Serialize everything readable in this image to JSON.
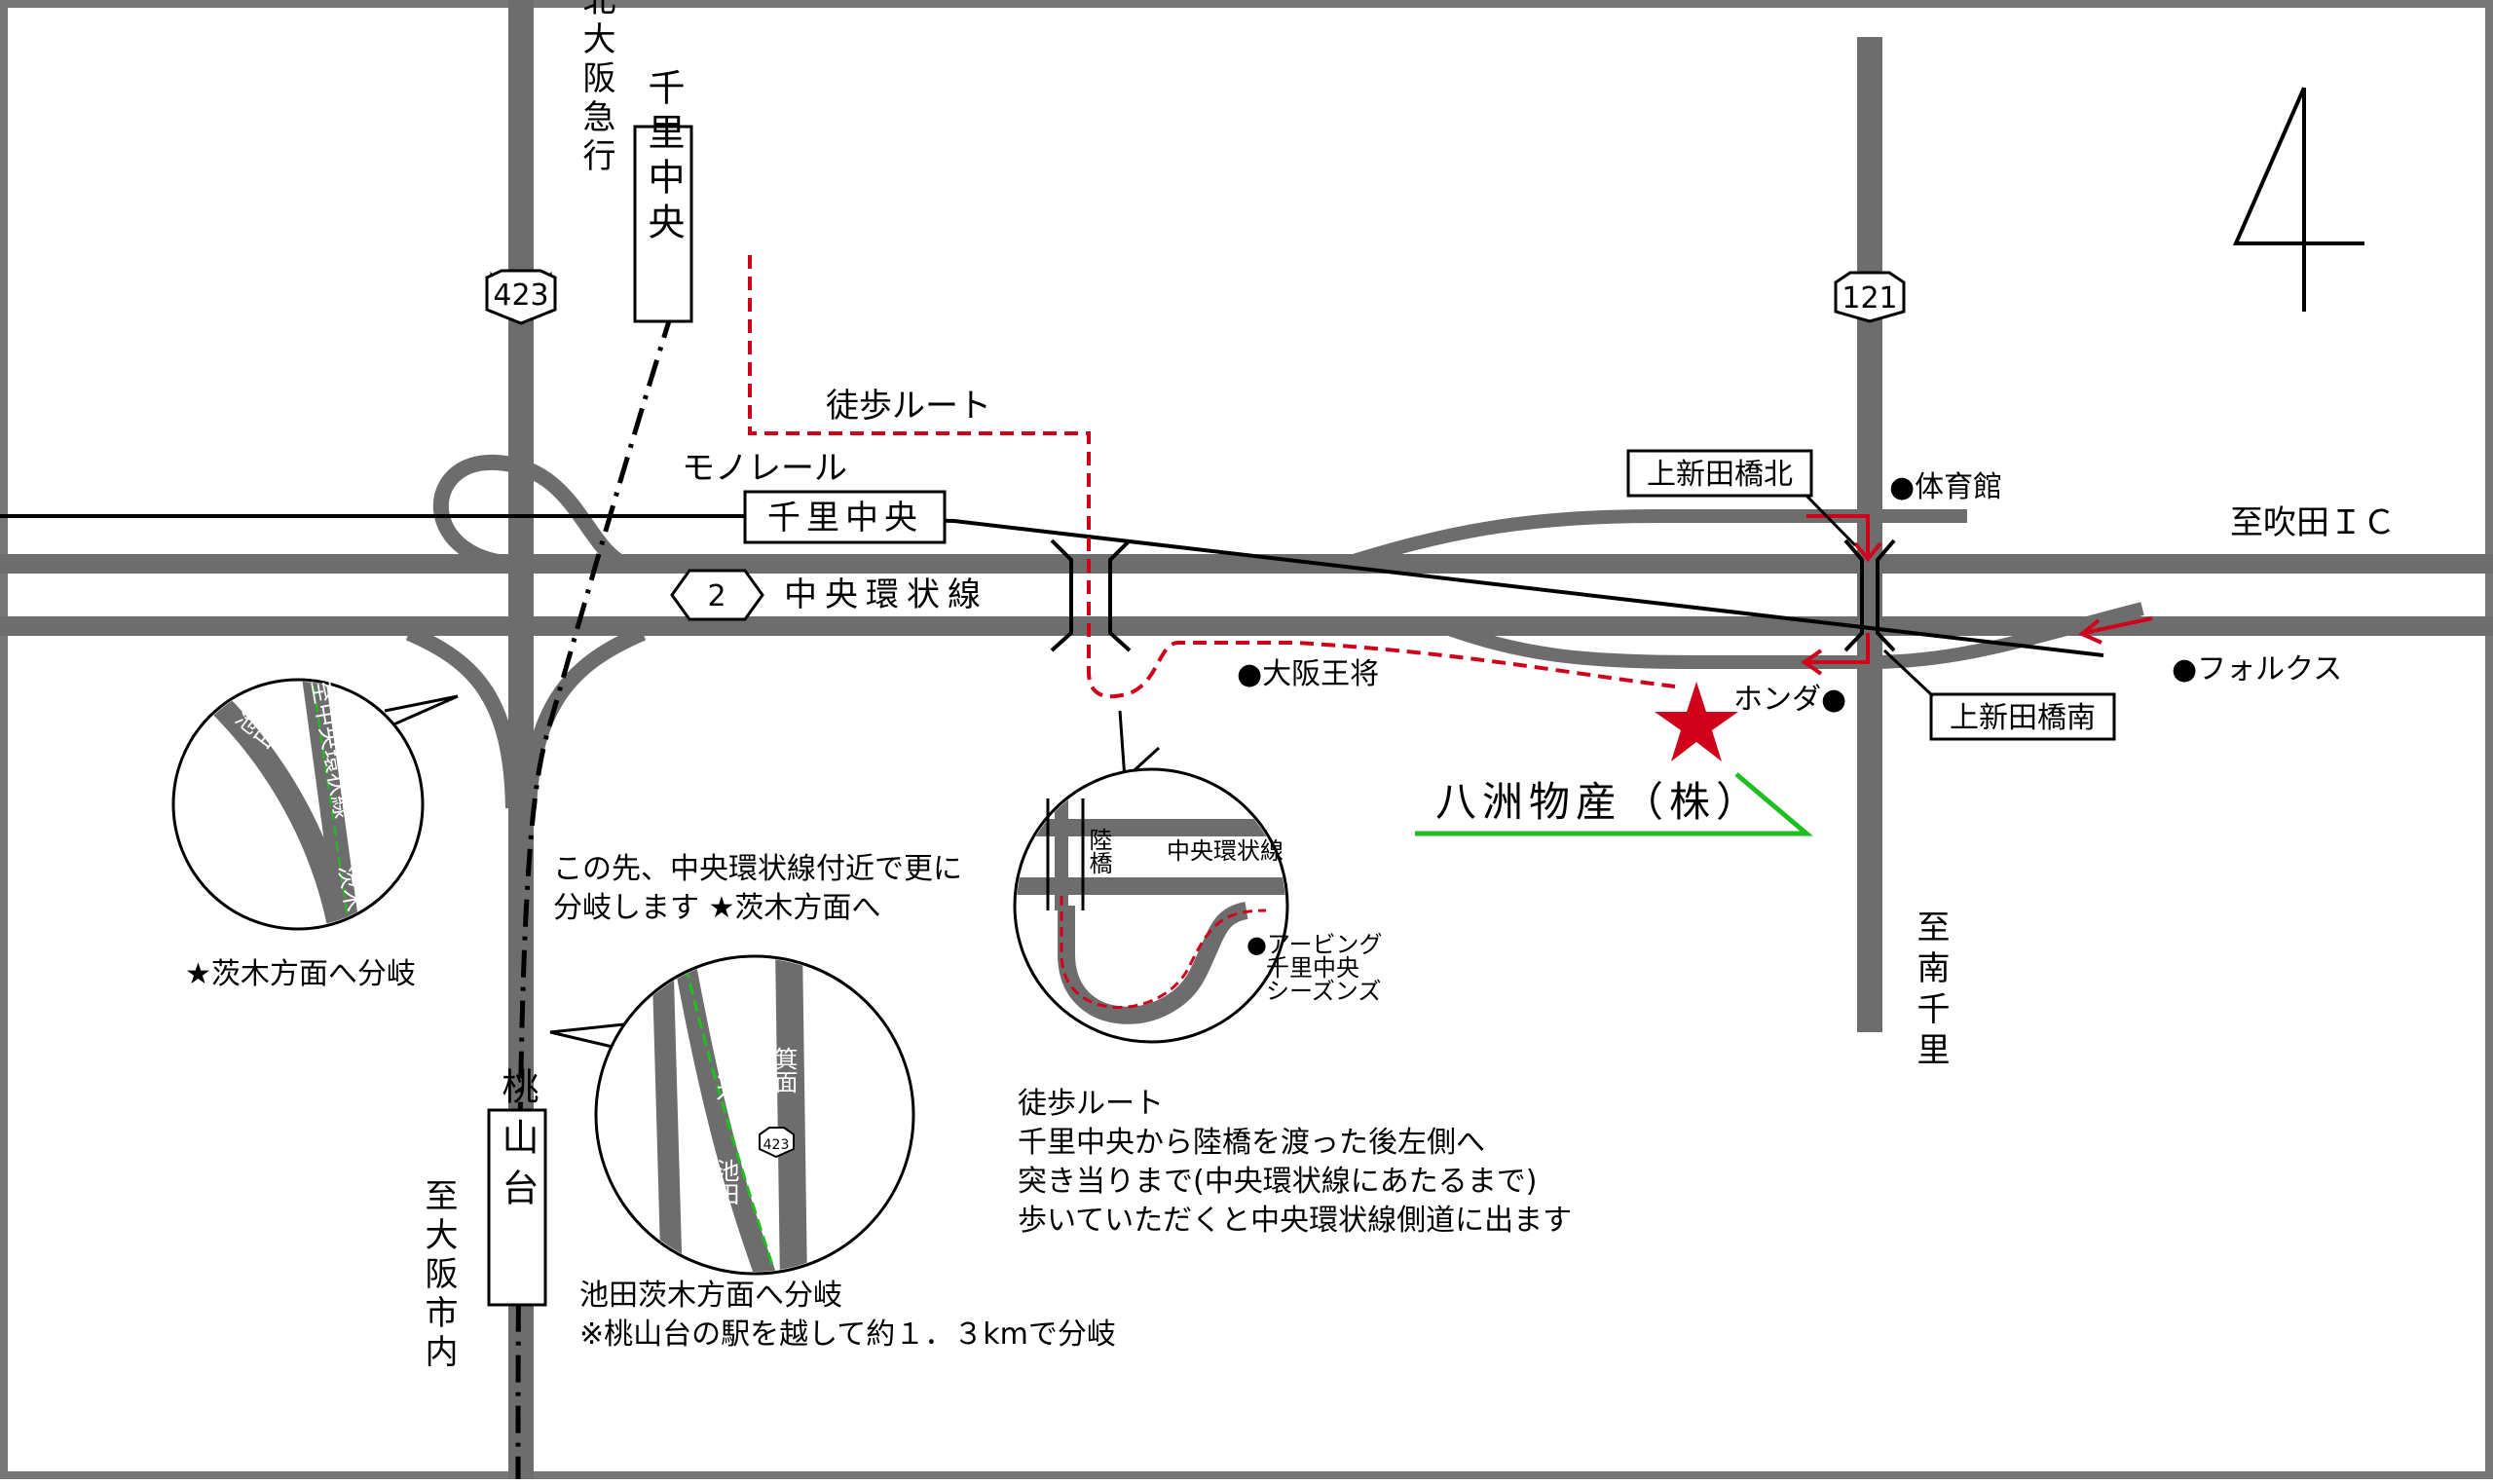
{
  "north_symbol": "north-arrow",
  "colors": {
    "road": "#6d6d6d",
    "route": "#d0021b",
    "star": "#d0021b",
    "pointer": "#1fbf1f",
    "line": "#000000"
  },
  "lines": {
    "kitaosaka": "北大阪急行",
    "monorail": "モノレール"
  },
  "stations": {
    "senri_chuo_vertical": "千里中央",
    "senri_chuo_monorail": "千里中央",
    "momoyamadai": "桃山台"
  },
  "roads": {
    "route423": "423",
    "route121": "121",
    "route2": "2",
    "chuo_kanjo": "中央環状線"
  },
  "directions": {
    "suita_ic": "至吹田ＩＣ",
    "minami_senri": "至南千里",
    "osaka_city": "至大阪市内"
  },
  "bridges": {
    "kamishinden_kita": "上新田橋北",
    "kamishinden_minami": "上新田橋南"
  },
  "landmarks": {
    "gym": "●体育館",
    "volks": "●フォルクス",
    "osaka_osho": "●大阪王将",
    "honda": "ホンダ●"
  },
  "company": "八洲物産（株）",
  "walk_route_label": "徒歩ルート",
  "inset_left": {
    "road_ikeda": "池田",
    "road_main": "至中央環状線",
    "branch": "茨木",
    "caption": "★茨木方面へ分岐"
  },
  "inset_mid": {
    "note_line1": "この先、中央環状線付近で更に",
    "note_line2": "分岐します ★茨木方面へ",
    "arrow_minoh": "箕面",
    "arrow_ibaraki": "茨木",
    "arrow_ikeda": "池田",
    "shield": "423",
    "caption_line1": "池田茨木方面へ分岐",
    "caption_line2": "※桃山台の駅を越して約１．３kmで分岐"
  },
  "inset_right": {
    "rikkyo": "陸橋",
    "road": "中央環状線",
    "bldg_line1": "●アービング",
    "bldg_line2": "千里中央",
    "bldg_line3": "シーズンズ"
  },
  "walk_notes": {
    "title": "徒歩ルート",
    "line1": "千里中央から陸橋を渡った後左側へ",
    "line2": "突き当りまで(中央環状線にあたるまで)",
    "line3": "歩いていただくと中央環状線側道に出ます"
  }
}
